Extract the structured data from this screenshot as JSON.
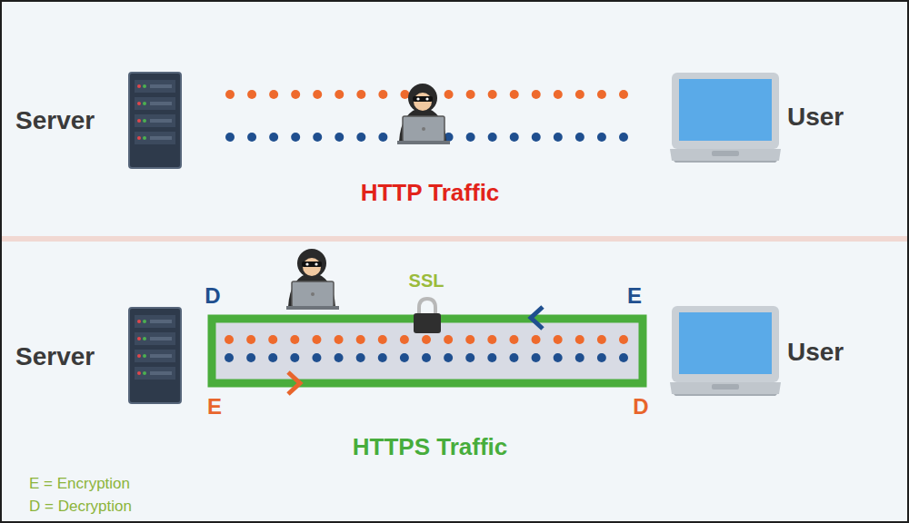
{
  "diagram": {
    "labels": [
      "Server",
      "User",
      "HTTP Traffic",
      "D",
      "SSL",
      "E",
      "Server",
      "User",
      "E",
      "D",
      "HTTPS Traffic",
      "E = Encryption",
      "D = Decryption"
    ]
  }
}
